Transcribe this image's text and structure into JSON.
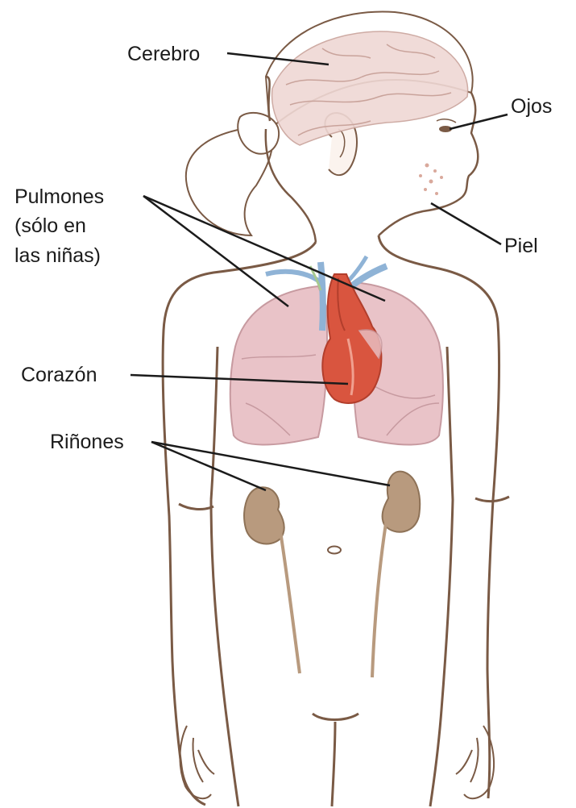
{
  "labels": {
    "brain": "Cerebro",
    "eyes": "Ojos",
    "lungs_line1": "Pulmones",
    "lungs_line2": "(sólo en",
    "lungs_line3": "las niñas)",
    "skin": "Piel",
    "heart": "Corazón",
    "kidneys": "Riñones"
  },
  "colors": {
    "outline": "#7a5a45",
    "lungs": "#e9c3c8",
    "heart": "#d9553f",
    "kidneys": "#b89a7e",
    "brain": "#efd8d4",
    "vessels_blue": "#8fb3d6",
    "leader_lines": "#1b1b1b"
  }
}
